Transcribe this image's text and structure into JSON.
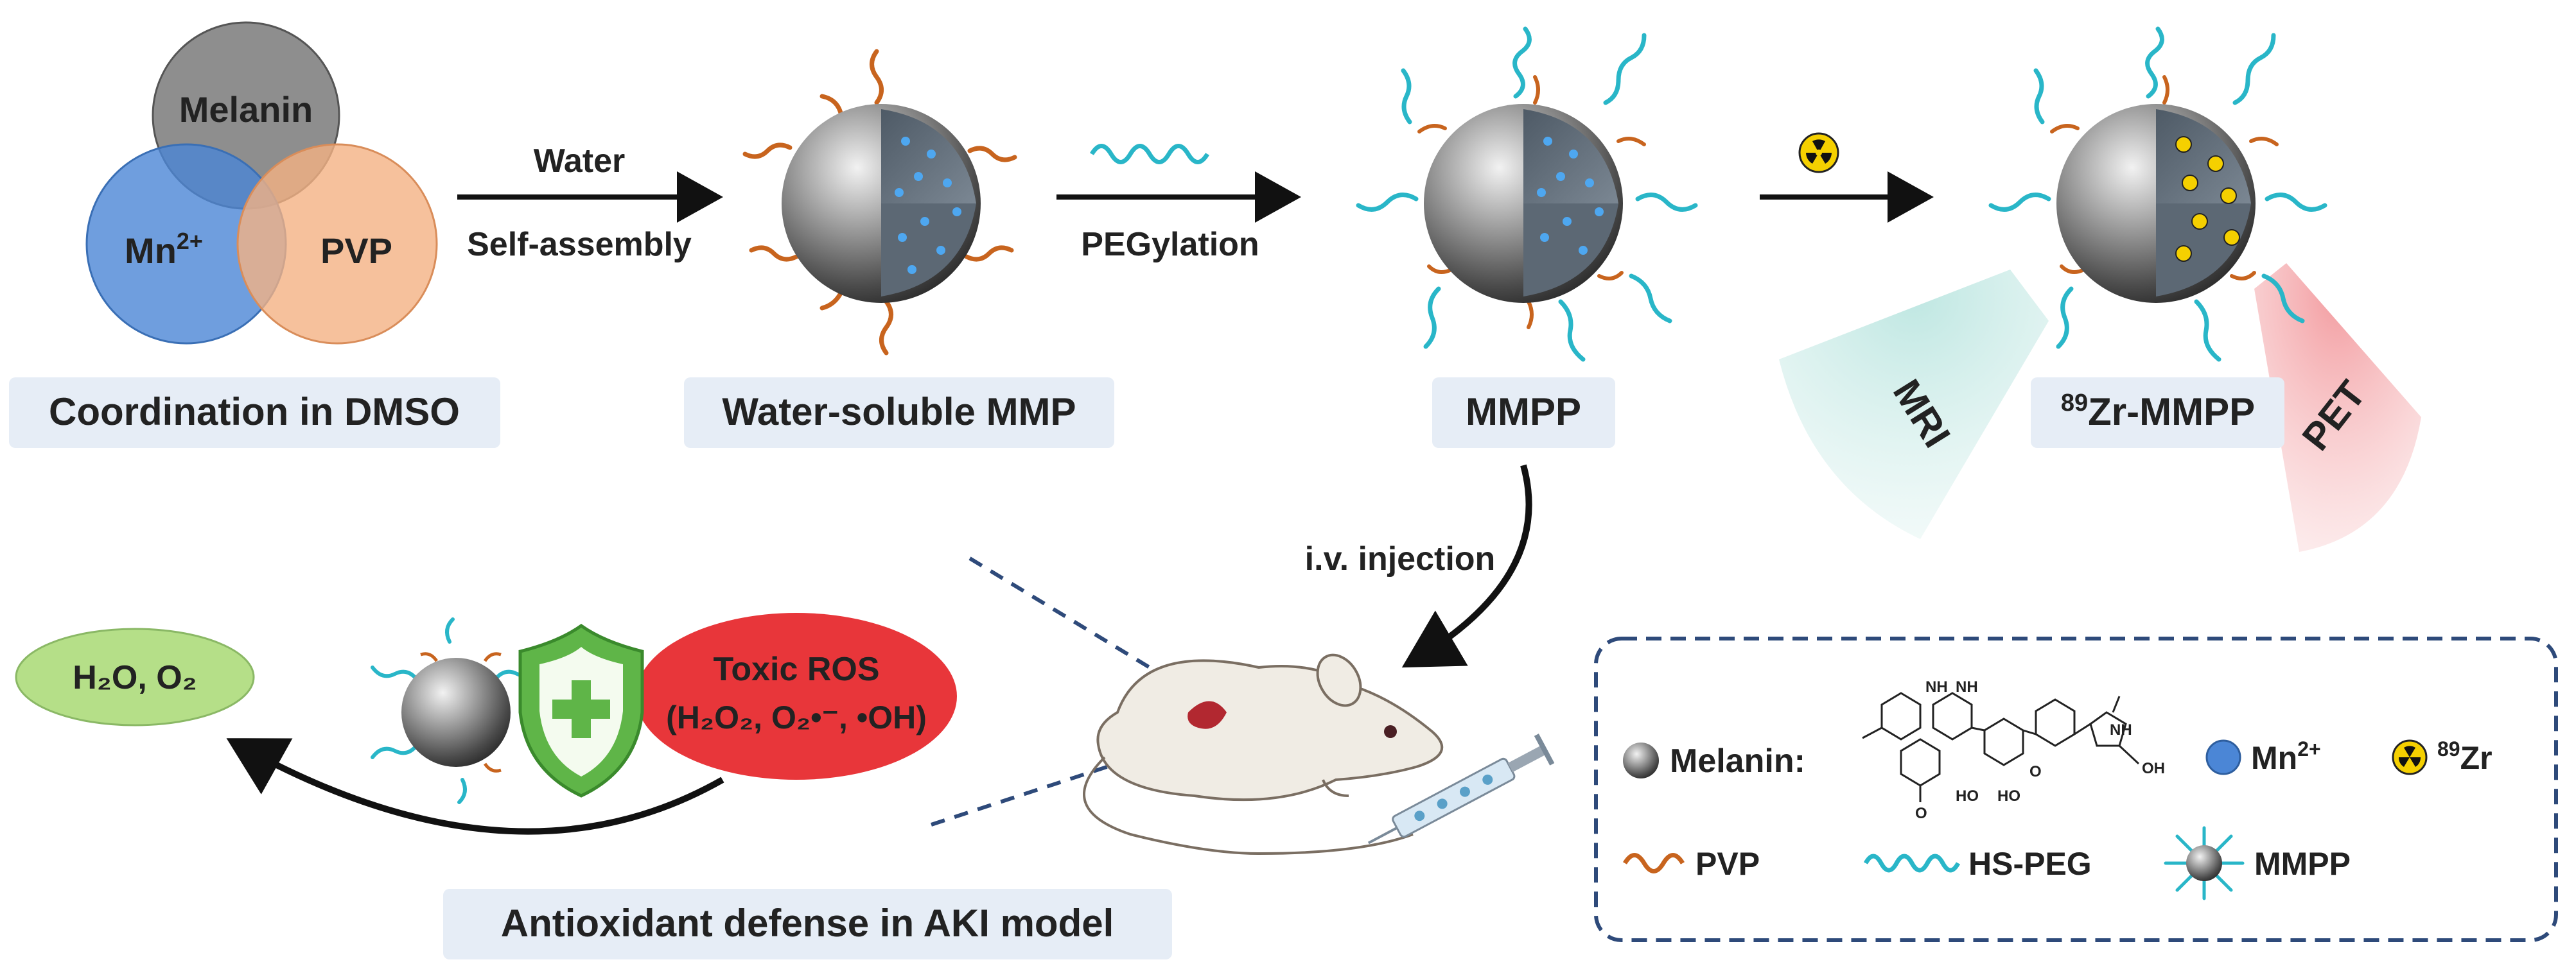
{
  "stage_labels": {
    "coordination": "Coordination in DMSO",
    "water_soluble": "Water-soluble MMP",
    "mmpp": "MMPP",
    "zr_mmpp_sup": "89",
    "zr_mmpp_text": "Zr-MMPP",
    "antioxidant": "Antioxidant defense in AKI model"
  },
  "venn": {
    "melanin": "Melanin",
    "mn": "Mn",
    "mn_sup": "2+",
    "pvp": "PVP"
  },
  "arrows": {
    "water": "Water",
    "self_assembly": "Self-assembly",
    "pegylation": "PEGylation",
    "injection": "i.v. injection"
  },
  "imaging": {
    "mri": "MRI",
    "pet": "PET"
  },
  "ros": {
    "title": "Toxic ROS",
    "species": "(H₂O₂, O₂•⁻, •OH)"
  },
  "products": "H₂O, O₂",
  "legend": {
    "melanin": "Melanin:",
    "mn": "Mn",
    "mn_sup": "2+",
    "zr_sup": "89",
    "zr": "Zr",
    "pvp": "PVP",
    "hs_peg": "HS-PEG",
    "mmpp": "MMPP",
    "struct_nh": "NH",
    "struct_o": "O",
    "struct_ho": "HO",
    "struct_oh": "OH"
  },
  "colors": {
    "melanin": "#7a7a7a",
    "mn": "#4b86d6",
    "pvp_fill": "#f4b183",
    "pvp_strand": "#c8641e",
    "peg_strand": "#29b6c8",
    "ros_fill": "#e8363a",
    "products_fill": "#b5df88",
    "mri_fill": "#a8dcd6",
    "pet_fill": "#f2a3a6",
    "label_bg": "#e6edf6",
    "legend_border": "#2e4a7a",
    "arrow": "#111111"
  }
}
